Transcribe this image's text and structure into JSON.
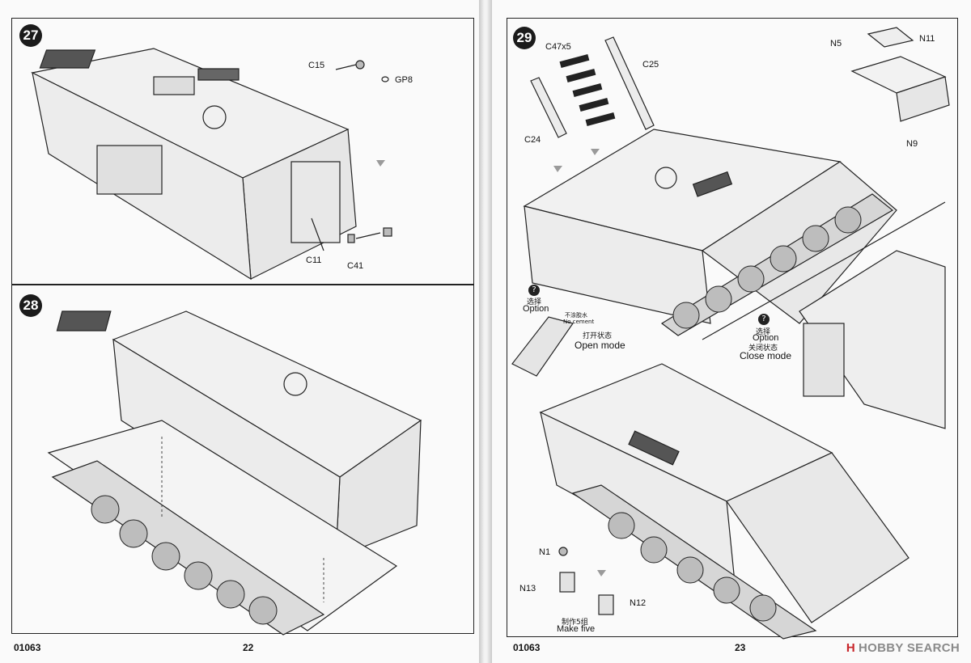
{
  "left_page": {
    "steps": [
      {
        "number": "27",
        "labels": [
          "C15",
          "GP8",
          "C11",
          "C41"
        ]
      },
      {
        "number": "28",
        "labels": []
      }
    ],
    "footer": {
      "code": "01063",
      "page": "22"
    }
  },
  "right_page": {
    "step": {
      "number": "29"
    },
    "parts": {
      "c47": "C47x5",
      "c25": "C25",
      "c24": "C24",
      "n5": "N5",
      "n11": "N11",
      "n9": "N9",
      "n1": "N1",
      "n13": "N13",
      "n12": "N12"
    },
    "notes": {
      "option_icon": "?",
      "option_cn": "选择",
      "option_en": "Option",
      "no_cement_cn": "不涂胶水",
      "no_cement_en": "No cement",
      "open_cn": "打开状态",
      "open_en": "Open mode",
      "option2_cn": "选择",
      "option2_en": "Option",
      "close_cn": "关闭状态",
      "close_en": "Close mode",
      "make_cn": "制作5组",
      "make_en": "Make five"
    },
    "footer": {
      "code": "01063",
      "page": "23"
    }
  },
  "watermark": {
    "brand_mark": "H",
    "text": "HOBBY SEARCH"
  }
}
